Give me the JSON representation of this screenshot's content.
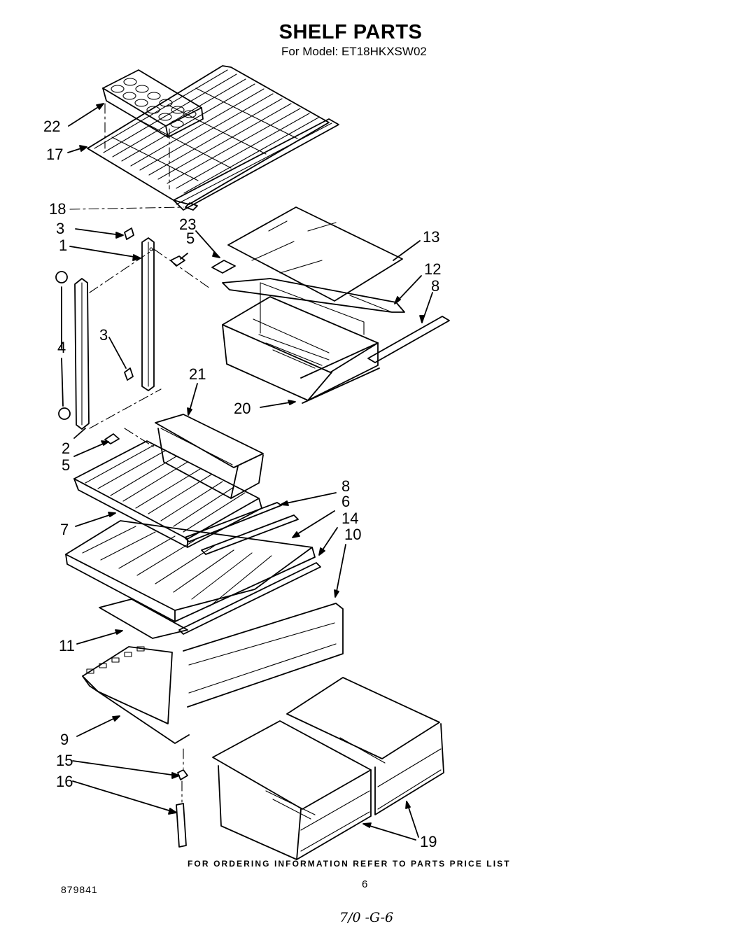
{
  "header": {
    "title": "SHELF PARTS",
    "subtitle": "For Model: ET18HKXSW02"
  },
  "callouts": {
    "c22": "22",
    "c17": "17",
    "c18": "18",
    "c3a": "3",
    "c23": "23",
    "c1": "1",
    "c5a": "5",
    "c13": "13",
    "c12": "12",
    "c8a": "8",
    "c4": "4",
    "c3b": "3",
    "c21": "21",
    "c20": "20",
    "c2": "2",
    "c5b": "5",
    "c8b": "8",
    "c6": "6",
    "c14": "14",
    "c10": "10",
    "c7": "7",
    "c11": "11",
    "c9": "9",
    "c15": "15",
    "c16": "16",
    "c19": "19"
  },
  "footer": {
    "ordering_note": "FOR ORDERING INFORMATION REFER TO PARTS PRICE LIST",
    "document_number": "879841",
    "page_number": "6",
    "handwritten_note": "7/0 -G-6"
  }
}
